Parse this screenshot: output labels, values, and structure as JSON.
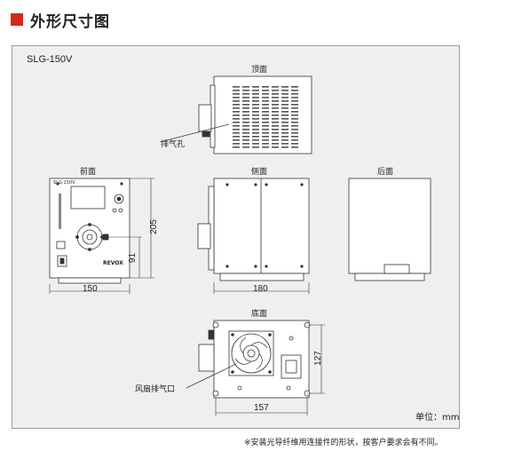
{
  "heading": "外形尺寸图",
  "model": "SLG-150V",
  "views": {
    "top": "顶面",
    "front": "前面",
    "side": "侧面",
    "back": "后面",
    "bottom": "底面"
  },
  "callouts": {
    "exhaust": "排气孔",
    "fan_exhaust": "风扇排气口"
  },
  "front_panel": {
    "brand": "REVOX",
    "label": "SLG-150V"
  },
  "dimensions": {
    "front_width": "150",
    "front_height": "205",
    "front_center": "91",
    "side_depth": "180",
    "bottom_width": "157",
    "bottom_depth": "127"
  },
  "unit": "单位：mm",
  "footnote": "※安装光导纤维用连接件的形状，按客户要求会有不同。"
}
